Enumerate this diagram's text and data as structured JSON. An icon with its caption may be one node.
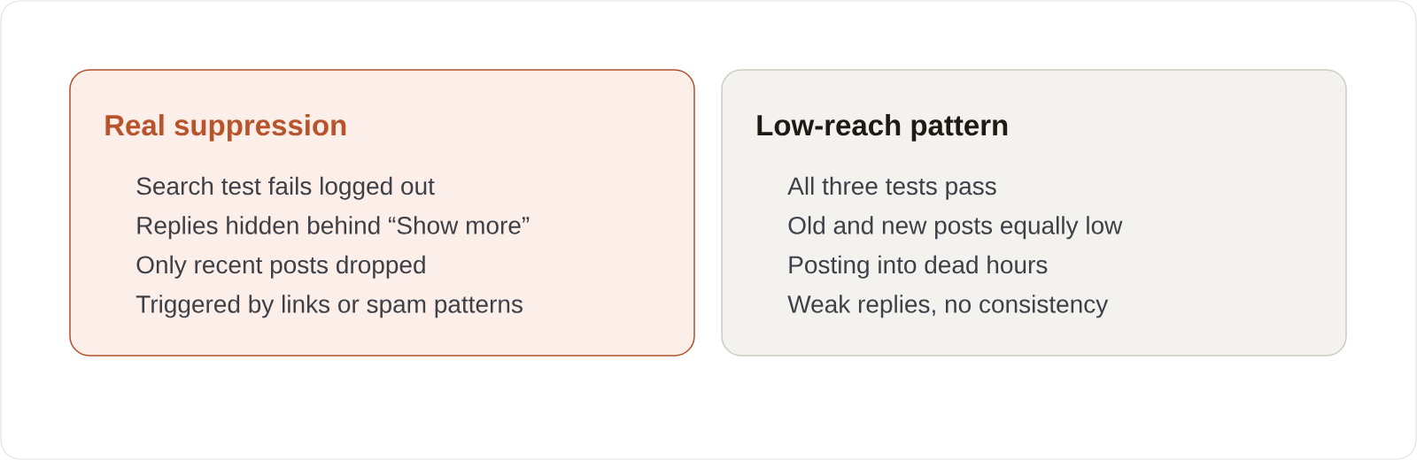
{
  "diagram": {
    "nodes": [
      {
        "text": [
          "Real suppression",
          "Search test fails logged out",
          "Replies hidden behind “Show more”",
          "Only recent posts dropped",
          "Triggered by links or spam patterns"
        ]
      },
      {
        "text": [
          "Low-reach pattern",
          "All three tests pass",
          "Old and new posts equally low",
          "Posting into dead hours",
          "Weak replies, no consistency"
        ]
      }
    ]
  }
}
